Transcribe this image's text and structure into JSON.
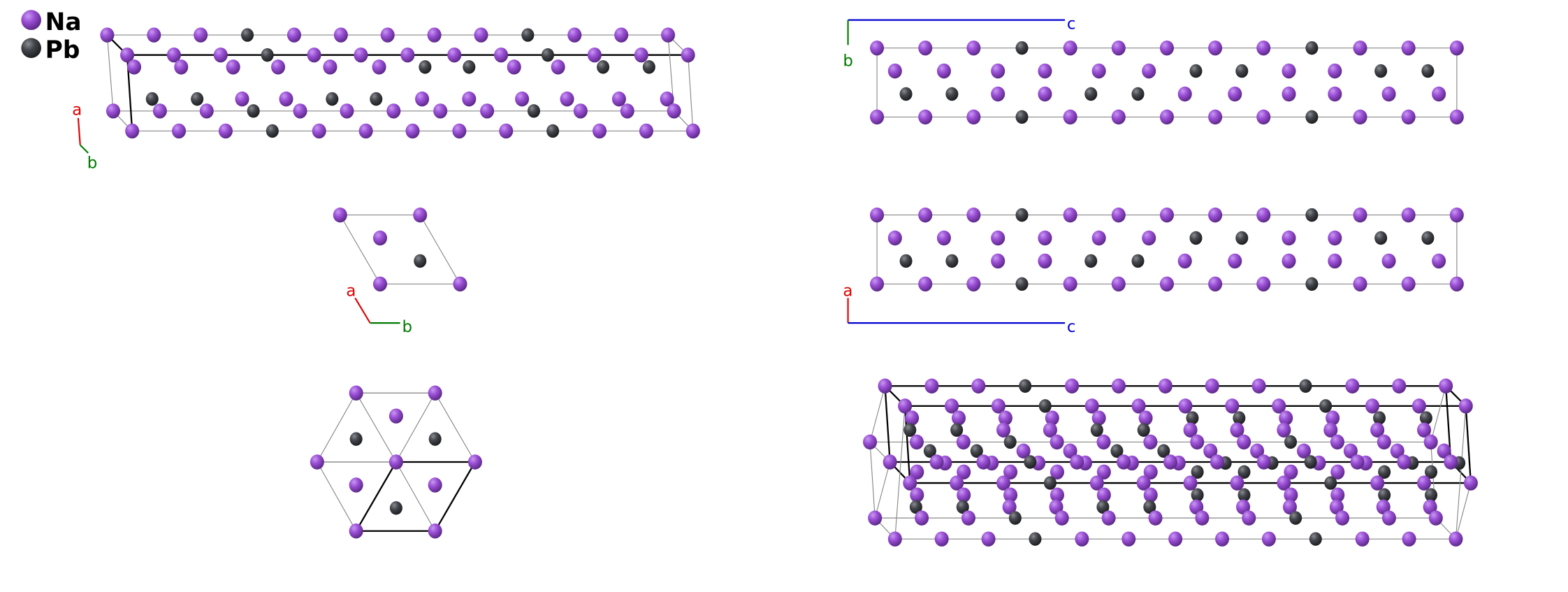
{
  "legend": [
    {
      "symbol": "Na",
      "color": "#9b4fd6"
    },
    {
      "symbol": "Pb",
      "color": "#44464c"
    }
  ],
  "axes": {
    "perspective": {
      "a": "a",
      "b": "b"
    },
    "bc_view": {
      "b": "b",
      "c": "c"
    },
    "ab_view": {
      "a": "a",
      "b": "b"
    },
    "ac_view": {
      "a": "a",
      "c": "c"
    }
  },
  "colors": {
    "a_axis": "#e00000",
    "b_axis": "#007a00",
    "c_axis": "#0000d0",
    "cell_line": "#888888",
    "cell_bold": "#000000"
  }
}
